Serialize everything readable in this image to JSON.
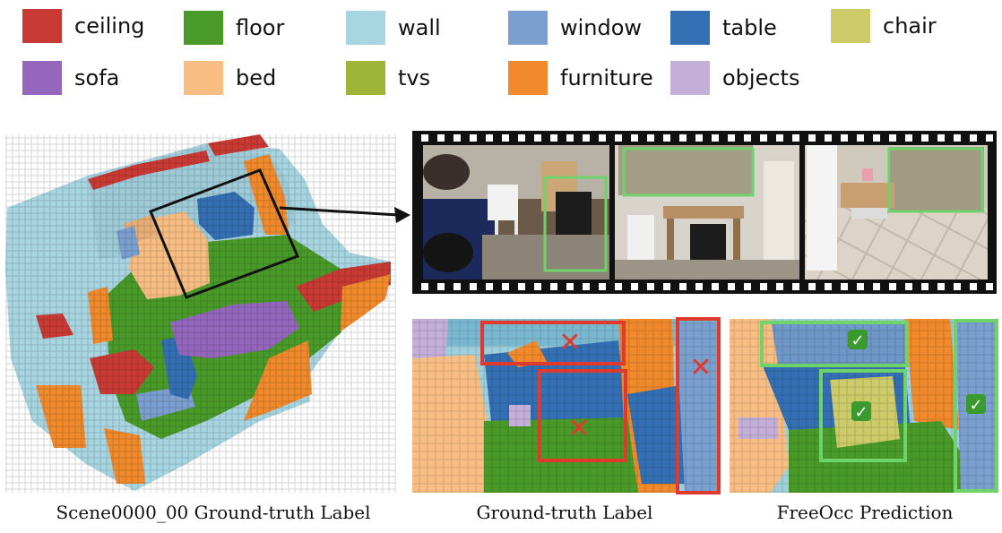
{
  "legend": [
    {
      "label": "ceiling",
      "color": "#c93a35"
    },
    {
      "label": "floor",
      "color": "#4a9a2a"
    },
    {
      "label": "wall",
      "color": "#a8d5e2"
    },
    {
      "label": "window",
      "color": "#7b9fcf"
    },
    {
      "label": "table",
      "color": "#346fb3"
    },
    {
      "label": "chair",
      "color": "#cdcb6a"
    },
    {
      "label": "sofa",
      "color": "#9467bd"
    },
    {
      "label": "bed",
      "color": "#f7bd83"
    },
    {
      "label": "tvs",
      "color": "#9fb538"
    },
    {
      "label": "furniture",
      "color": "#f08a2c"
    },
    {
      "label": "objects",
      "color": "#c4afd9"
    }
  ],
  "captions": {
    "scene": "Scene0000_00 Ground-truth Label",
    "gt": "Ground-truth Label",
    "pred": "FreeOcc Prediction"
  },
  "marks": {
    "wrong": "✕",
    "right": "✓"
  },
  "colors": {
    "highlight_green": "#6fd36a",
    "error_red": "#e03a2e",
    "check_green": "#3a9a2e"
  }
}
